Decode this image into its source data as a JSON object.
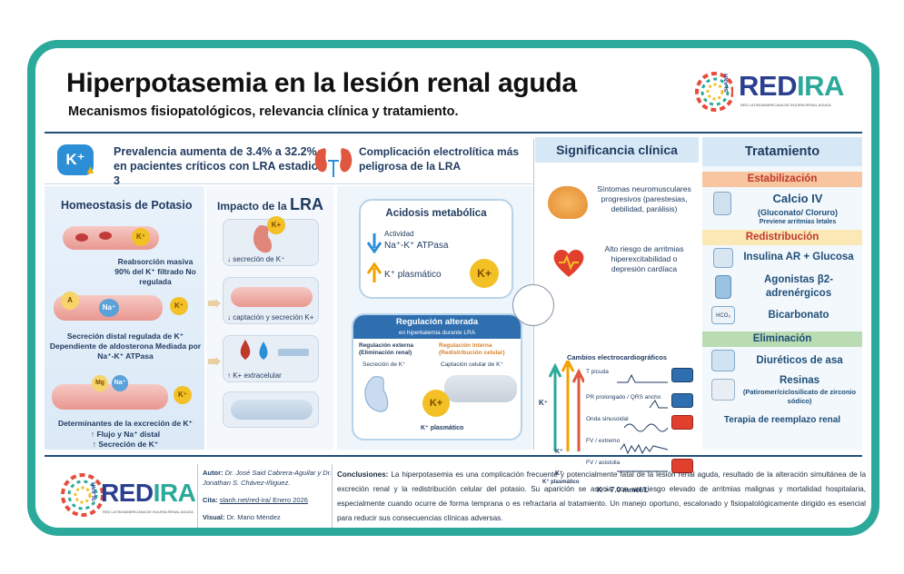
{
  "header": {
    "title": "Hiperpotasemia en la lesión renal aguda",
    "subtitle": "Mecanismos fisiopatológicos, relevancia clínica y tratamiento."
  },
  "logo": {
    "re": "RED",
    "ira": "IRA",
    "vertical": "SLANH",
    "tagline": "RED LATINOAMERICANA DE INJURIA RENAL AGUDA"
  },
  "prevalence": {
    "badge": "K⁺",
    "text": "Prevalencia aumenta de 3.4% a 32.2% en pacientes críticos con LRA estadio 3"
  },
  "complication": {
    "text": "Complicación electrolítica más peligrosa de la LRA"
  },
  "homeostasis": {
    "title": "Homeostasis de Potasio",
    "k_label": "K⁺",
    "k_a": "A",
    "k_na": "Na⁺",
    "k_mg": "Mg",
    "k_na2": "Na⁺",
    "reabsorption": "Reabsorción masiva 90% del K⁺ filtrado No regulada",
    "secretion": "Secreción distal regulada de K⁺ Dependiente de aldosterona Mediada por Na⁺-K⁺ ATPasa",
    "determinants": "Determinantes de la excreción de K⁺",
    "flow": "↑ Flujo y Na⁺ distal",
    "k_secretion": "↑ Secreción de K⁺"
  },
  "impact": {
    "title_prefix": "Impacto de la",
    "title_lra": "LRA",
    "k_badge": "K+",
    "cards": [
      {
        "label": "↓ secreción de K⁺"
      },
      {
        "label": "↓ captación y secreción K+"
      },
      {
        "label": "↑ K+ extracelular"
      }
    ]
  },
  "acidosis": {
    "title": "Acidosis metabólica",
    "activity": "Actividad",
    "pump": "Na⁺-K⁺ ATPasa",
    "plasma": "K⁺ plasmático",
    "k_big": "K+"
  },
  "regulation": {
    "title": "Regulación alterada",
    "subtitle": "en hiperkalemia durante LRA",
    "external": "Regulación externa (Eliminación renal)",
    "internal": "Regulación interna (Redistribución celular)",
    "ext_secretion": "Secreción de K⁺",
    "int_uptake": "Captación celular de K⁺",
    "k_ball": "K+",
    "plasma": "K⁺ plasmático"
  },
  "significance": {
    "title": "Significancia clínica",
    "neuro": "Síntomas neuromusculares progresivos (parestesias, debilidad, parálisis)",
    "cardiac": "Alto riesgo de arritmias hiperexcitabilidad o depresión cardíaca",
    "ecg_title": "Cambios electrocardiográficos",
    "ecg": [
      {
        "label": "T picuda"
      },
      {
        "label": "PR prolongado / QRS ancho"
      },
      {
        "label": "Onda sinusoidal"
      },
      {
        "label": "FV / extremo"
      },
      {
        "label": "FV / asistolia"
      }
    ],
    "k_axis": "K⁺",
    "k_axis2": "K⁺",
    "k_axis3": "K⁺",
    "k_plasma": "K⁺ plasmático",
    "threshold": "K > 7.0 mmol/L"
  },
  "treatment": {
    "title": "Tratamiento",
    "stabilization": "Estabilización",
    "calcium": "Calcio IV",
    "calcium_sub": "(Gluconato/ Cloruro)",
    "calcium_note": "Previene arritmias letales",
    "redistribution": "Redistribución",
    "insulin": "Insulina AR + Glucosa",
    "agonists": "Agonistas β2-adrenérgicos",
    "bicarbonate": "Bicarbonato",
    "bicarb_icon": "HCO₃",
    "elimination": "Eliminación",
    "diuretics": "Diuréticos de asa",
    "resins": "Resinas",
    "resins_sub": "(Patiromer/ciclosilicato de zirconio sódico)",
    "renal": "Terapia de reemplazo renal"
  },
  "footer": {
    "author_label": "Autor:",
    "author": "Dr. José Said Cabrera-Aguilar y Dr. Jonathan S. Chávez-Iñiguez.",
    "cite_label": "Cita:",
    "cite": "slanh.net/red-ira/ Enero 2026",
    "visual_label": "Visual:",
    "visual": "Dr. Mario Méndez",
    "conclusions_label": "Conclusiones:",
    "conclusions": "La hiperpotasemia es una complicación frecuente y potencialmente fatal de la lesión renal aguda, resultado de la alteración simultánea de la excreción renal y la redistribución celular del potasio. Su aparición se asocia con un riesgo elevado de arritmias malignas y mortalidad hospitalaria, especialmente cuando ocurre de forma temprana o es refractaria al tratamiento. Un manejo oportuno, escalonado y fisiopatológicamente dirigido es esencial para reducir sus consecuencias clínicas adversas."
  },
  "colors": {
    "frame": "#2ba99a",
    "navy": "#1f3a5f",
    "brand_blue": "#2b3f8f",
    "potassium": "#f3c026"
  }
}
